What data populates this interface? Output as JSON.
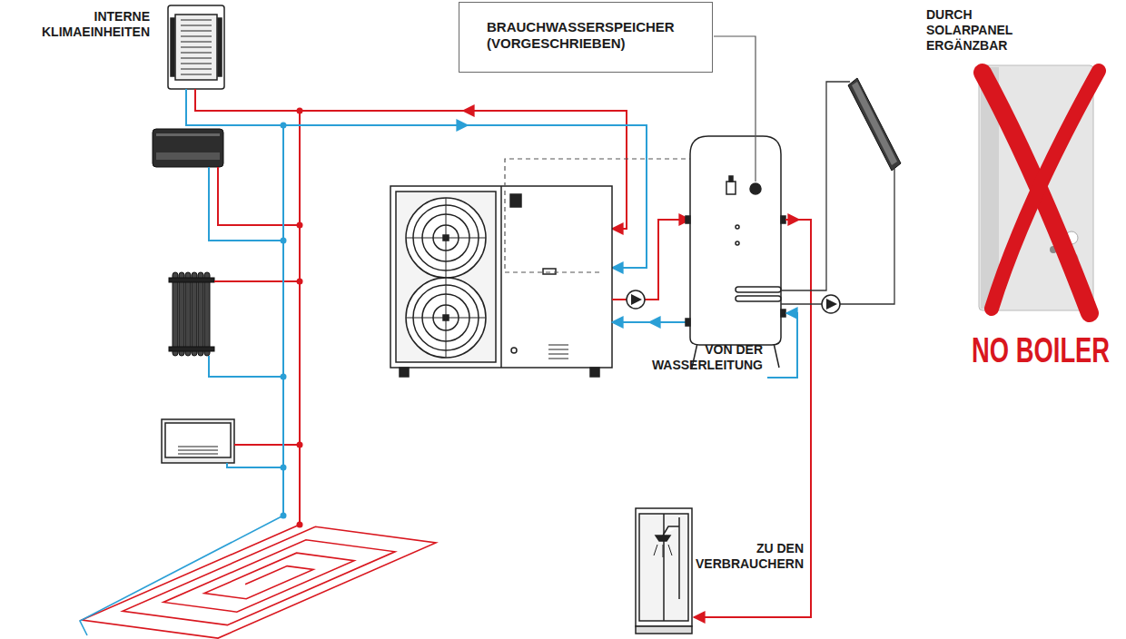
{
  "diagram": {
    "nodes": [
      {
        "text": [
          "BRAUCHWASSERSPEICHER (VORGESCHRIEBEN)"
        ]
      }
    ],
    "labels": [
      "INTERNE KLIMAEINHEITEN",
      "DURCH SOLARPANEL ERGÄNZBAR",
      "VON DER WASSERLEITUNG",
      "ZU DEN VERBRAUCHERN",
      "NO BOILER"
    ]
  }
}
